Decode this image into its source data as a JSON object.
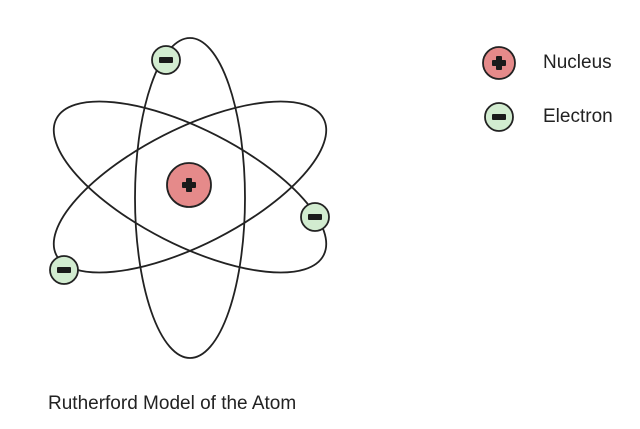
{
  "caption": "Rutherford Model of the Atom",
  "legend": {
    "nucleus": {
      "label": "Nucleus",
      "icon": "plus-icon"
    },
    "electron": {
      "label": "Electron",
      "icon": "minus-icon"
    }
  },
  "colors": {
    "nucleus_fill": "#e58a8a",
    "electron_fill": "#d2ecd0",
    "line": "#222222"
  }
}
